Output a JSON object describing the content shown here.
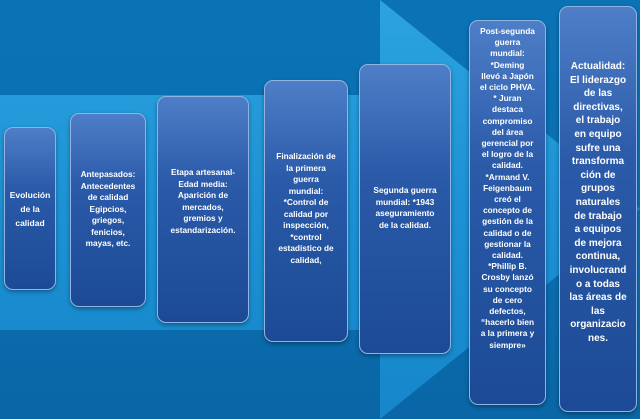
{
  "timeline": [
    {
      "id": "evolucion",
      "text": "Evolución\nde la\ncalidad"
    },
    {
      "id": "antepasados",
      "text": "Antepasados:\nAntecedentes\nde calidad\nEgipcios,\ngriegos,\nfenicios,\nmayas, etc."
    },
    {
      "id": "artesanal",
      "text": "Etapa artesanal-\nEdad media:\nAparición de\nmercados,\ngremios y\nestandarización."
    },
    {
      "id": "primera-guerra",
      "text": "Finalización de\nla primera\nguerra\nmundial:\n*Control de\ncalidad por\ninspección,\n*control\nestadístico de\ncalidad,"
    },
    {
      "id": "segunda-guerra",
      "text": "Segunda guerra\nmundial: *1943\naseguramiento\nde la calidad."
    },
    {
      "id": "post-segunda",
      "text": "Post-segunda\nguerra\nmundial:\n*Deming\nllevó a Japón\nel ciclo PHVA.\n* Juran\ndestaca\ncompromiso\ndel área\ngerencial por\nel logro de la\ncalidad.\n*Armand V.\nFeigenbaum\ncreó el\nconcepto de\ngestión de la\ncalidad o de\ngestionar la\ncalidad.\n*Phillip B.\nCrosby lanzó\nsu concepto\nde cero\ndefectos,\n“hacerlo bien\na la primera y\nsiempre»"
    },
    {
      "id": "actualidad",
      "text": "Actualidad:\nEl liderazgo\nde las\ndirectivas,\nel trabajo\nen equipo\nsufre una\ntransforma\nción de\ngrupos\nnaturales\nde trabajo\na equipos\nde mejora\ncontinua,\ninvolucrand\no a todas\nlas áreas de\nlas\norganizacio\nnes."
    }
  ]
}
